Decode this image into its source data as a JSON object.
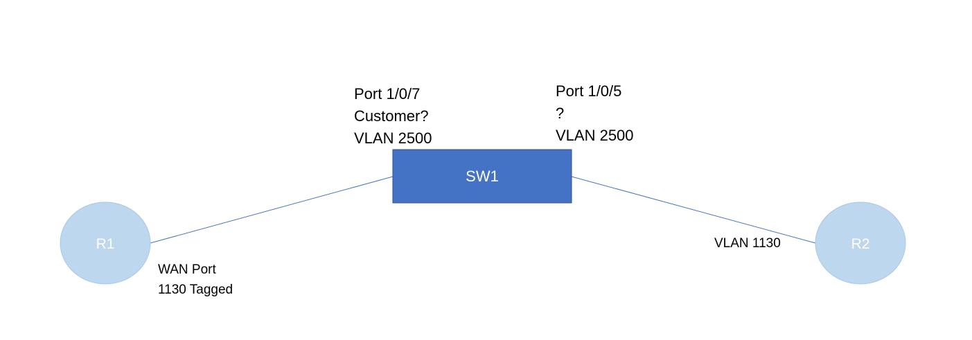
{
  "colors": {
    "switch_fill": "#4472c4",
    "switch_stroke": "#2f528f",
    "router_fill": "#bdd7ee",
    "router_stroke": "#a9c8e6",
    "link": "#4472c4",
    "node_text": "#ffffff"
  },
  "nodes": {
    "sw1": "SW1",
    "r1": "R1",
    "r2": "R2"
  },
  "labels": {
    "port_107": [
      "Port 1/0/7",
      "Customer?",
      "VLAN 2500"
    ],
    "port_105": [
      "Port 1/0/5",
      "?",
      "VLAN 2500"
    ],
    "r1_wan": [
      "WAN Port",
      "1130 Tagged"
    ],
    "r2_vlan": "VLAN 1130"
  }
}
